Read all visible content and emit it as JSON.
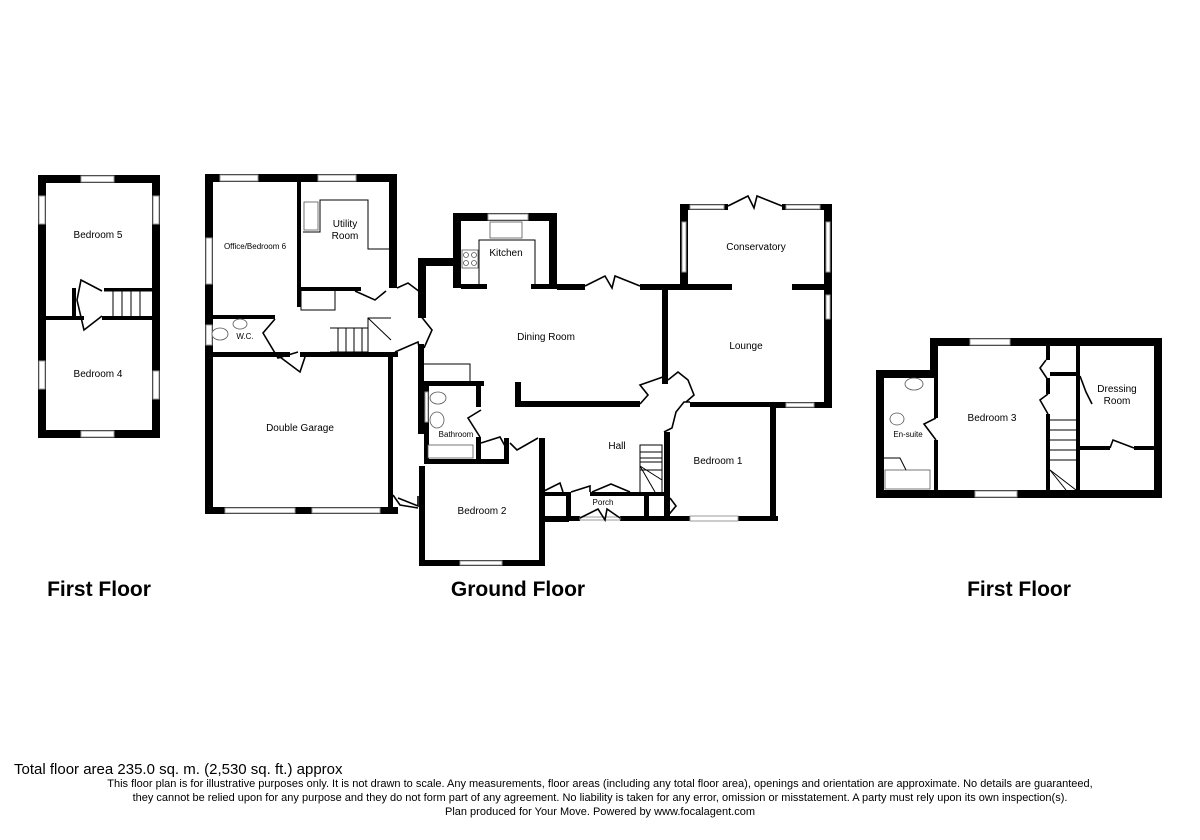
{
  "floors": [
    {
      "id": "first-floor-left",
      "title": "First Floor",
      "rooms": [
        {
          "name": "Bedroom 5"
        },
        {
          "name": "Bedroom 4"
        }
      ]
    },
    {
      "id": "ground-floor",
      "title": "Ground Floor",
      "rooms": [
        {
          "name": "Office/Bedroom 6"
        },
        {
          "name": "Utility Room"
        },
        {
          "name": "W.C."
        },
        {
          "name": "Double Garage"
        },
        {
          "name": "Kitchen"
        },
        {
          "name": "Dining Room"
        },
        {
          "name": "Conservatory"
        },
        {
          "name": "Lounge"
        },
        {
          "name": "Bathroom"
        },
        {
          "name": "Hall"
        },
        {
          "name": "Porch"
        },
        {
          "name": "Bedroom 1"
        },
        {
          "name": "Bedroom 2"
        }
      ]
    },
    {
      "id": "first-floor-right",
      "title": "First Floor",
      "rooms": [
        {
          "name": "Bedroom 3"
        },
        {
          "name": "Dressing Room"
        },
        {
          "name": "En-suite"
        }
      ]
    }
  ],
  "footer": {
    "total_area": "Total floor area 235.0 sq. m. (2,530 sq. ft.) approx",
    "disclaimer_lines": [
      "This floor plan is for illustrative purposes only. It is not drawn to scale. Any measurements, floor areas (including any total floor area), openings and orientation are approximate. No details are guaranteed,",
      "they cannot be relied upon for any purpose and they do not form part of any agreement. No liability is taken for any error, omission or misstatement. A party must rely upon its own inspection(s).",
      "Plan produced for Your Move. Powered by www.focalagent.com"
    ]
  },
  "colors": {
    "wall": "#000000",
    "window": "#9a9a9a",
    "background": "#ffffff"
  }
}
